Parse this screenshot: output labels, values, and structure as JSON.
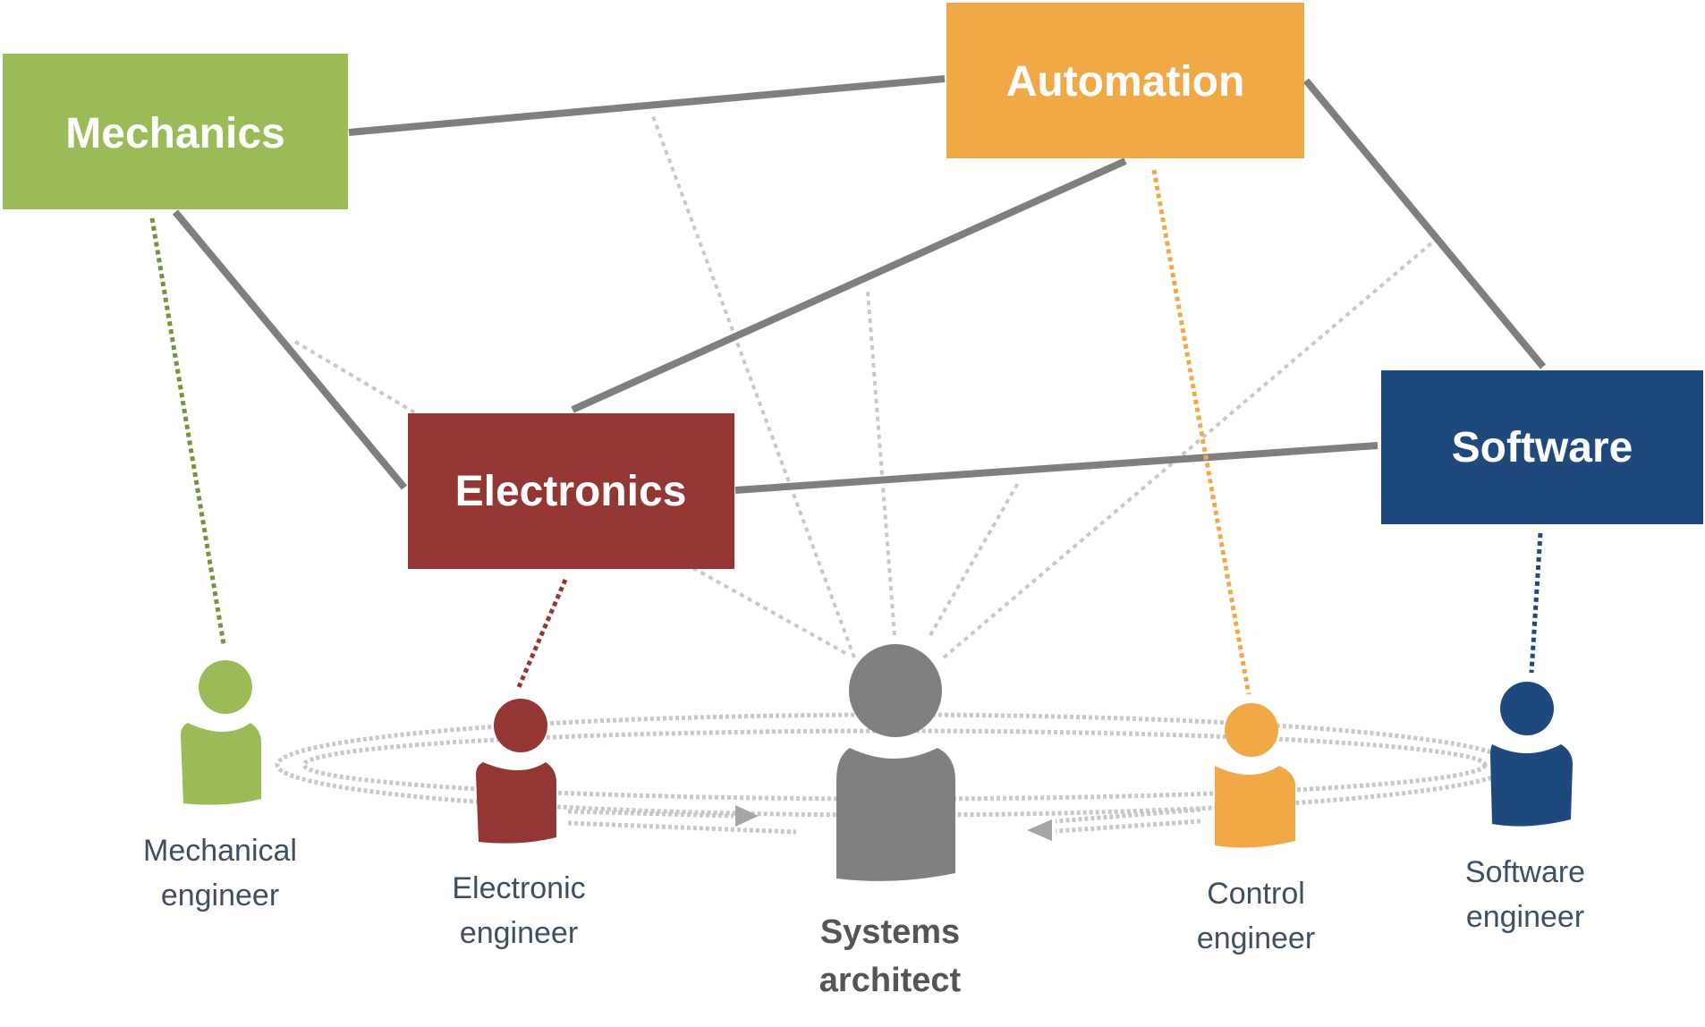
{
  "colors": {
    "mechanics": "#9bbb59",
    "automation": "#f0a946",
    "electronics": "#943634",
    "software": "#1f497d",
    "architect": "#808080",
    "solid_link": "#7f7f7f",
    "dotted_link": "#c8c8c8",
    "label_text": "#3f4f62"
  },
  "domains": [
    {
      "id": "mechanics",
      "label": "Mechanics"
    },
    {
      "id": "automation",
      "label": "Automation"
    },
    {
      "id": "electronics",
      "label": "Electronics"
    },
    {
      "id": "software",
      "label": "Software"
    }
  ],
  "roles": [
    {
      "id": "mechanical",
      "line1": "Mechanical",
      "line2": "engineer"
    },
    {
      "id": "electronic",
      "line1": "Electronic",
      "line2": "engineer"
    },
    {
      "id": "architect",
      "line1": "Systems",
      "line2": "architect"
    },
    {
      "id": "control",
      "line1": "Control",
      "line2": "engineer"
    },
    {
      "id": "software",
      "line1": "Software",
      "line2": "engineer"
    }
  ],
  "icons": [
    "person-icon"
  ]
}
